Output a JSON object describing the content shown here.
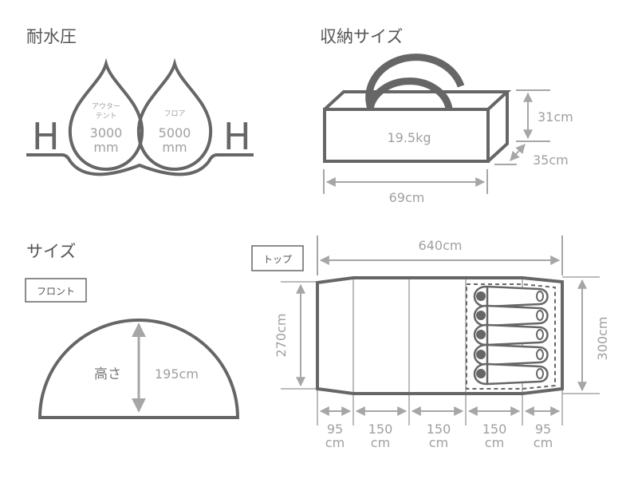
{
  "sections": {
    "water_pressure": {
      "title": "耐水圧",
      "outer_tent": {
        "label_line1": "アウター",
        "label_line2": "テント",
        "value": "3000",
        "unit": "mm"
      },
      "floor": {
        "label": "フロア",
        "value": "5000",
        "unit": "mm"
      },
      "h_left": "H",
      "h_right": "H"
    },
    "storage_size": {
      "title": "収納サイズ",
      "weight": "19.5kg",
      "height": "31cm",
      "depth": "35cm",
      "width": "69cm"
    },
    "size": {
      "title": "サイズ",
      "front": {
        "tag": "フロント",
        "height_label": "高さ",
        "height_value": "195cm"
      },
      "top": {
        "tag": "トップ",
        "total_length": "640cm",
        "inner_width": "270cm",
        "outer_width": "300cm",
        "segments": [
          {
            "value": "95",
            "unit": "cm"
          },
          {
            "value": "150",
            "unit": "cm"
          },
          {
            "value": "150",
            "unit": "cm"
          },
          {
            "value": "150",
            "unit": "cm"
          },
          {
            "value": "95",
            "unit": "cm"
          }
        ],
        "sleeping_bags": 5
      }
    }
  },
  "colors": {
    "outline": "#666666",
    "dimension": "#a6a6a6",
    "text_dark": "#555555",
    "text_light": "#a0a0a0"
  }
}
